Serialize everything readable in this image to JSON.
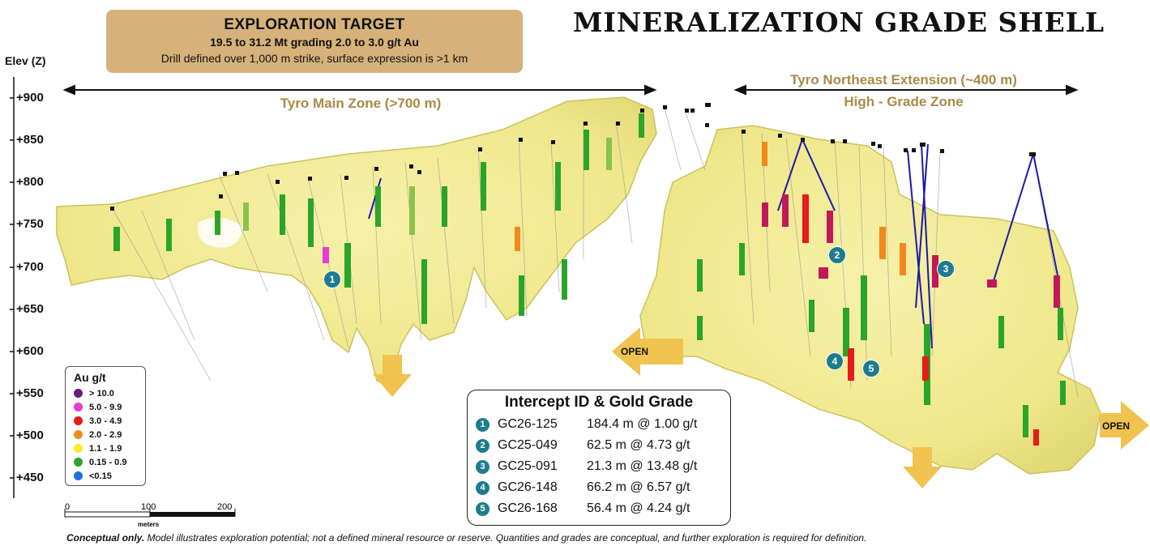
{
  "exploration_target": {
    "title": "EXPLORATION TARGET",
    "grade_line": "19.5 to 31.2 Mt grading 2.0 to 3.0 g/t Au",
    "strike_line": "Drill defined over 1,000 m strike, surface expression is >1 km"
  },
  "main_title": "MINERALIZATION GRADE SHELL",
  "elevation_axis": {
    "label": "Elev (Z)",
    "ticks": [
      "+900",
      "+850",
      "+800",
      "+750",
      "+700",
      "+650",
      "+600",
      "+550",
      "+500",
      "+450"
    ]
  },
  "zones": {
    "main_zone": "Tyro Main Zone (>700 m)",
    "northeast_extension": "Tyro Northeast Extension (~400 m)",
    "high_grade": "High - Grade Zone"
  },
  "open_labels": {
    "left": "OPEN",
    "right": "OPEN"
  },
  "legend": {
    "title": "Au g/t",
    "items": [
      {
        "label": "> 10.0",
        "color": "#6a1b7a"
      },
      {
        "label": "5.0 - 9.9",
        "color": "#e53ad3"
      },
      {
        "label": "3.0 - 4.9",
        "color": "#e61b1b"
      },
      {
        "label": "2.0 - 2.9",
        "color": "#f08a1c"
      },
      {
        "label": "1.1 - 1.9",
        "color": "#f5ee2a"
      },
      {
        "label": "0.15 - 0.9",
        "color": "#2aa52a"
      },
      {
        "label": "<0.15",
        "color": "#1f6fe0"
      }
    ]
  },
  "scale_bar": {
    "ticks": [
      "0",
      "100",
      "200"
    ],
    "unit": "meters"
  },
  "intercepts": {
    "title": "Intercept ID & Gold Grade",
    "rows": [
      {
        "num": "1",
        "id": "GC26-125",
        "value": "184.4 m @ 1.00 g/t"
      },
      {
        "num": "2",
        "id": "GC25-049",
        "value": "62.5 m @ 4.73 g/t"
      },
      {
        "num": "3",
        "id": "GC25-091",
        "value": "21.3 m @ 13.48 g/t"
      },
      {
        "num": "4",
        "id": "GC26-148",
        "value": "66.2 m @ 6.57 g/t"
      },
      {
        "num": "5",
        "id": "GC26-168",
        "value": "56.4 m @ 4.24 g/t"
      }
    ]
  },
  "map_badges": [
    "1",
    "2",
    "3",
    "4",
    "5"
  ],
  "footer": {
    "bold": "Conceptual only.",
    "text": " Model illustrates exploration potential; not a defined mineral resource or reserve. Quantities and grades are conceptual, and further exploration is required for definition."
  },
  "colors": {
    "shell_fill": "#f2ec8a",
    "shell_stroke": "#c9bf55",
    "badge": "#1d7c8f",
    "target_box": "#d6b27a",
    "zone_text": "#a98a45",
    "arrow": "#f0c350",
    "blue_hole": "#1a1aa8"
  }
}
